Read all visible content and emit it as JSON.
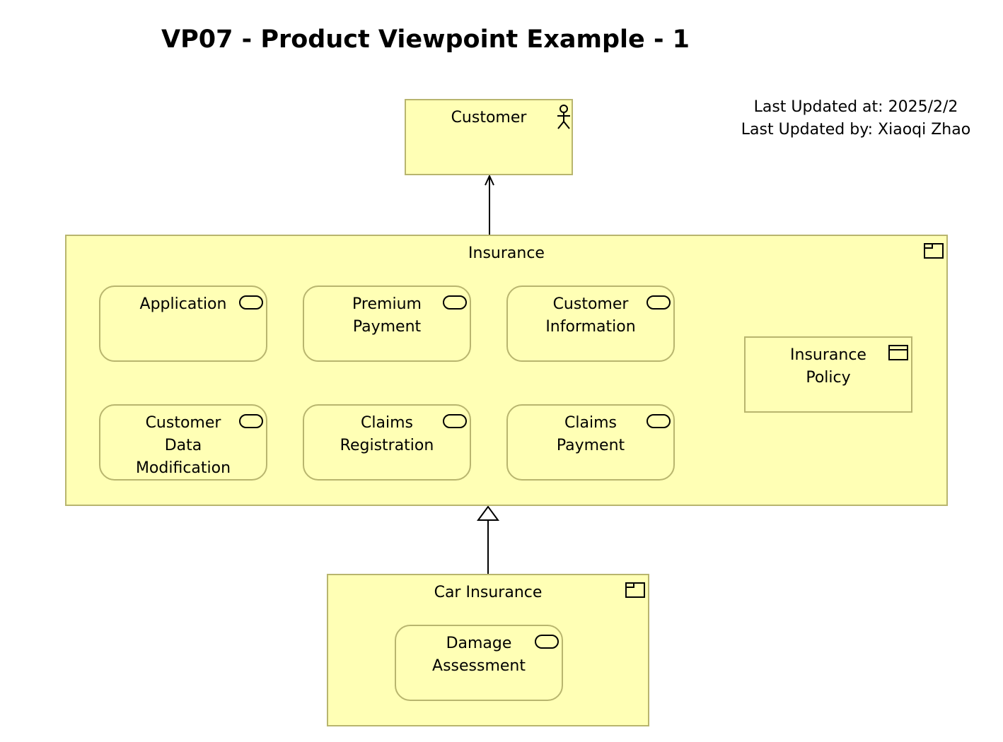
{
  "title": "VP07 - Product Viewpoint Example - 1",
  "meta": {
    "updated_at": "Last Updated at: 2025/2/2",
    "updated_by": "Last Updated by: Xiaoqi Zhao"
  },
  "colors": {
    "fill": "#ffffb5",
    "border": "#b8b56e",
    "line": "#000000"
  },
  "customer": {
    "label": "Customer",
    "icon": "actor-icon"
  },
  "insurance": {
    "label": "Insurance",
    "icon": "product-icon",
    "services": [
      {
        "lines": [
          "Application"
        ],
        "icon": "service-icon"
      },
      {
        "lines": [
          "Premium",
          "Payment"
        ],
        "icon": "service-icon"
      },
      {
        "lines": [
          "Customer",
          "Information"
        ],
        "icon": "service-icon"
      },
      {
        "lines": [
          "Customer",
          "Data",
          "Modification"
        ],
        "icon": "service-icon"
      },
      {
        "lines": [
          "Claims",
          "Registration"
        ],
        "icon": "service-icon"
      },
      {
        "lines": [
          "Claims",
          "Payment"
        ],
        "icon": "service-icon"
      }
    ],
    "contract": {
      "lines": [
        "Insurance",
        "Policy"
      ],
      "icon": "contract-icon"
    }
  },
  "car_insurance": {
    "label": "Car Insurance",
    "icon": "product-icon",
    "service": {
      "lines": [
        "Damage",
        "Assessment"
      ],
      "icon": "service-icon"
    }
  },
  "relations": [
    {
      "from": "insurance",
      "to": "customer",
      "type": "serving"
    },
    {
      "from": "car_insurance",
      "to": "insurance",
      "type": "specialization"
    }
  ]
}
